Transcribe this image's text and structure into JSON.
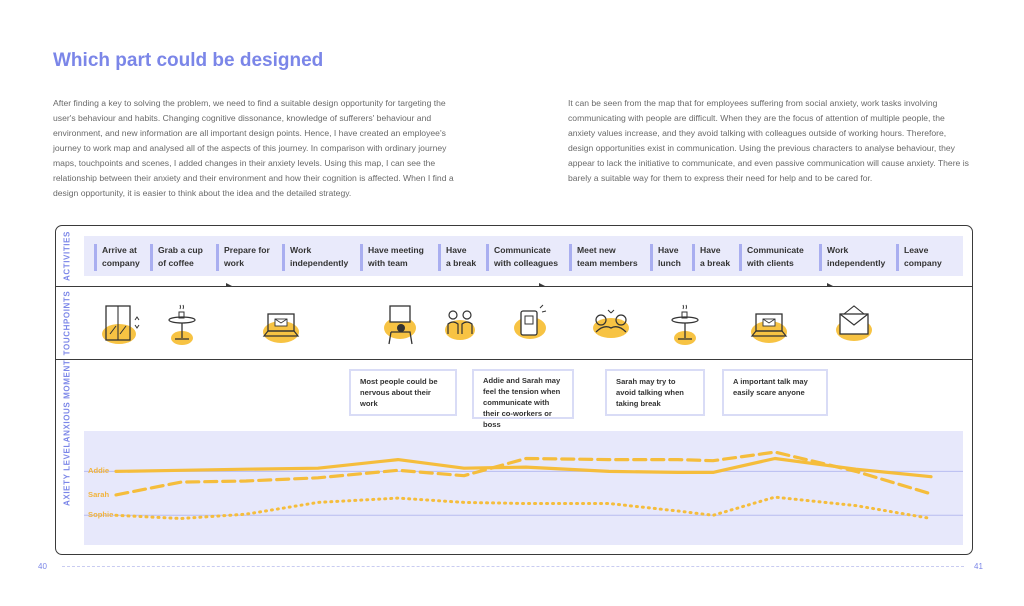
{
  "title": "Which part could be designed",
  "paragraph_left": "After finding a key to solving the problem, we need to find a suitable design opportunity for targeting the user's behaviour and habits. Changing cognitive dissonance, knowledge of sufferers' behaviour and environment, and new information are all important design points. Hence, I have created an employee's journey to work map and analysed all of the aspects of this journey. In comparison with ordinary journey maps, touchpoints and scenes, I added changes in their anxiety levels. Using this map, I can see the relationship between their anxiety and their environment and how their cognition is affected. When I find a design opportunity, it is easier to think about the idea and the detailed strategy.",
  "paragraph_right": "It can be seen from the map that for employees suffering from social anxiety, work tasks involving communicating with people are difficult. When they are the focus of attention of multiple people, the anxiety values increase, and they avoid talking with colleagues outside of working hours. Therefore, design opportunities exist in communication. Using the previous characters to analyse behaviour, they appear to lack the initiative to communicate, and even passive communication will cause anxiety. There is barely a suitable way for them to express their need for help and to be cared for.",
  "row_labels": {
    "activities": "ACTIVITIES",
    "touchpoints": "TOUCHPOINTS",
    "anxious": "ANXIOUS MOMENT",
    "anxiety": "AXIETY LEVEL"
  },
  "activities": [
    {
      "l1": "Arrive at",
      "l2": "company"
    },
    {
      "l1": "Grab a cup",
      "l2": "of coffee"
    },
    {
      "l1": "Prepare for",
      "l2": "work"
    },
    {
      "l1": "Work",
      "l2": "independently"
    },
    {
      "l1": "Have meeting",
      "l2": "with team"
    },
    {
      "l1": "Have",
      "l2": "a break"
    },
    {
      "l1": "Communicate",
      "l2": "with colleagues"
    },
    {
      "l1": "Meet new",
      "l2": "team members"
    },
    {
      "l1": "Have",
      "l2": "lunch"
    },
    {
      "l1": "Have",
      "l2": "a break"
    },
    {
      "l1": "Communicate",
      "l2": "with clients"
    },
    {
      "l1": "Work",
      "l2": "independently"
    },
    {
      "l1": "Leave",
      "l2": "company"
    }
  ],
  "touchpoints": [
    "door-icon",
    "coffee-table-icon",
    "laptop-icon",
    "meeting-chair-icon",
    "people-icon",
    "phone-icon",
    "handshake-icon",
    "lunch-table-icon",
    "laptop-icon",
    "email-icon"
  ],
  "anxious_notes": [
    "Most people could be nervous about their work",
    "Addie and Sarah may feel the tension when communicate with their co-workers or boss",
    "Sarah may try to avoid talking when taking break",
    "A important talk may easily scare anyone"
  ],
  "colors": {
    "accent": "#7b86e8",
    "line": "#f5bd3c",
    "band": "#e9eafb"
  },
  "chart_data": {
    "type": "line",
    "x": [
      "Arrive at company",
      "Grab a cup of coffee",
      "Prepare for work",
      "Work independently",
      "Have meeting with team",
      "Have a break",
      "Communicate with colleagues",
      "Meet new team members",
      "Have lunch",
      "Have a break",
      "Communicate with clients",
      "Work independently",
      "Leave company"
    ],
    "series": [
      {
        "name": "Addie",
        "style": "solid",
        "values": [
          6.6,
          6.7,
          6.8,
          6.9,
          7.7,
          6.9,
          7.0,
          6.6,
          6.5,
          6.5,
          7.8,
          6.8,
          6.1
        ]
      },
      {
        "name": "Sarah",
        "style": "dashed",
        "values": [
          4.4,
          5.6,
          5.7,
          6.0,
          6.7,
          6.2,
          7.8,
          7.7,
          7.7,
          7.6,
          8.4,
          6.6,
          4.5
        ]
      },
      {
        "name": "Sophie",
        "style": "dotted",
        "values": [
          2.5,
          2.2,
          2.6,
          3.7,
          4.1,
          3.7,
          3.6,
          3.6,
          2.9,
          2.5,
          4.2,
          3.4,
          2.2
        ]
      }
    ],
    "ylim": [
      0,
      10
    ],
    "reference_lines": [
      "Addie",
      "Sophie"
    ]
  }
}
